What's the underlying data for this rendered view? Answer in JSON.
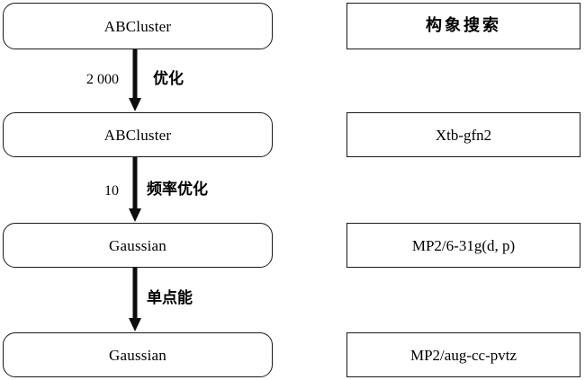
{
  "diagram": {
    "title": "Computational workflow flowchart",
    "stroke_color": "#1a1a1a",
    "background_color": "#ffffff",
    "steps": [
      {
        "program": "ABCluster",
        "method": "构象搜索"
      },
      {
        "program": "ABCluster",
        "method": "Xtb-gfn2"
      },
      {
        "program": "Gaussian",
        "method": "MP2/6-31g(d, p)"
      },
      {
        "program": "Gaussian",
        "method": "MP2/aug-cc-pvtz"
      }
    ],
    "transitions": [
      {
        "count": "2 000",
        "note": "优化"
      },
      {
        "count": "10",
        "note": "频率优化"
      },
      {
        "count": "",
        "note": "单点能"
      }
    ]
  }
}
